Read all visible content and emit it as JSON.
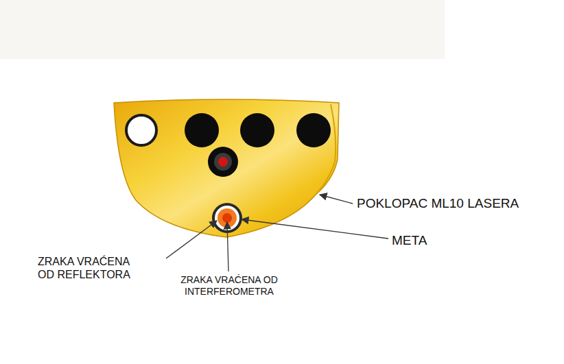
{
  "diagram": {
    "labels": [
      "POKLOPAC ML10 LASERA",
      "META",
      "ZRAKA VRAĆENA OD REFLEKTORA",
      "ZRAKA VRAĆENA OD INTERFEROMETRA"
    ]
  }
}
